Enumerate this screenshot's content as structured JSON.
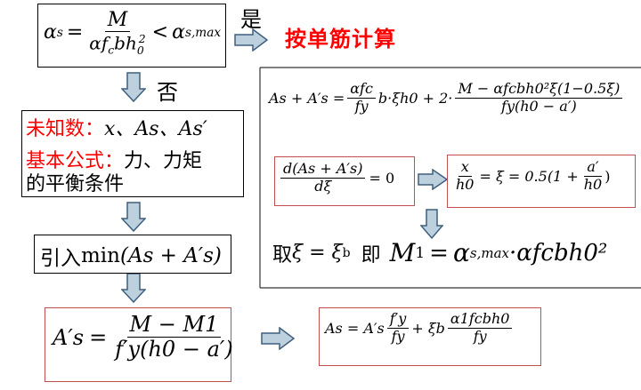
{
  "condition_box": {
    "lhs_symbol": "α",
    "lhs_sub": "s",
    "eq": "=",
    "num": "M",
    "den_alpha": "α",
    "den_f": "f",
    "den_f_sub": "c",
    "den_b": "b",
    "den_h": "h",
    "den_h_sub": "0",
    "den_h_sup": "2",
    "lt": "<",
    "rhs_symbol": "α",
    "rhs_sub": "s,max"
  },
  "yes_label": "是",
  "no_label": "否",
  "single_reinforcement": "按单筋计算",
  "unknowns_box": {
    "unknowns_label": "未知数：",
    "unknowns_list": "x、As、As′",
    "formula_label": "基本公式：",
    "formula_rest": "力、力矩",
    "line3": "的平衡条件"
  },
  "introduce_box": {
    "prefix": "引入",
    "func": "min",
    "expr": "(As + A′s)"
  },
  "right_top": {
    "lhs": "As + A′s =",
    "term1_num": "αfc",
    "term1_den": "fy",
    "term1_tail": "b·ξh0 + 2·",
    "term2_num": "M − αfcbh0²ξ(1−0.5ξ)",
    "term2_den": "fy(h0 − a′)"
  },
  "derivative_box": {
    "num": "d(As + A′s)",
    "den": "dξ",
    "rhs": "= 0"
  },
  "xi_box": {
    "frac_num": "x",
    "frac_den": "h0",
    "mid": "= ξ = 0.5(1 +",
    "frac2_num": "a′",
    "frac2_den": "h0",
    "close": ")"
  },
  "take_xi": {
    "take": "取",
    "xi_eq": "ξ = ξ",
    "xi_sub": "b",
    "ji": "即",
    "m1": "M",
    "m1_sub": "1",
    "eq": "=",
    "alpha": "α",
    "alpha_sub": "s,max",
    "tail": "·αfcbh0²"
  },
  "as_prime_box": {
    "lhs": "A′s",
    "eq": "=",
    "num": "M − M1",
    "den": "f′y(h0 − a′)"
  },
  "as_box": {
    "lhs": "As = A′s",
    "frac1_num": "f′y",
    "frac1_den": "fy",
    "plus": "+ ξb",
    "frac2_num": "α1fcbh0",
    "frac2_den": "fy"
  },
  "colors": {
    "red_text": "#ff0000",
    "red_border": "#c0504d",
    "arrow_fill": "#bcd0dd",
    "arrow_stroke": "#3f5f7f"
  }
}
